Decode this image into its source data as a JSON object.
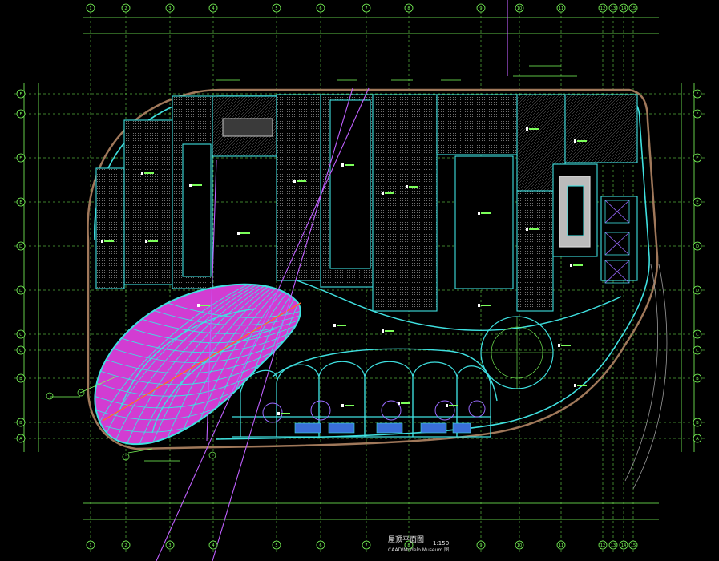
{
  "drawing": {
    "title": "屋顶平面图",
    "scale": "1:150",
    "subtitle": "CAAD/Modelo Museum 图"
  },
  "grid": {
    "columns_top": [
      "1",
      "2",
      "3",
      "4",
      "5",
      "6",
      "7",
      "8",
      "9",
      "10",
      "11",
      "12",
      "13",
      "14",
      "15"
    ],
    "rows_left": [
      "F",
      "F",
      "E",
      "D",
      "C",
      "B",
      "A"
    ],
    "rows_right": [
      "F",
      "F",
      "E",
      "D",
      "C",
      "B",
      "A"
    ]
  },
  "colors": {
    "background": "#000000",
    "grid": "#7cff5a",
    "walls": "#3fe0e0",
    "outline": "#a0785a",
    "dome": "#e040e0",
    "axis_line": "#c060ff",
    "hatch": "#9a9a9a"
  }
}
